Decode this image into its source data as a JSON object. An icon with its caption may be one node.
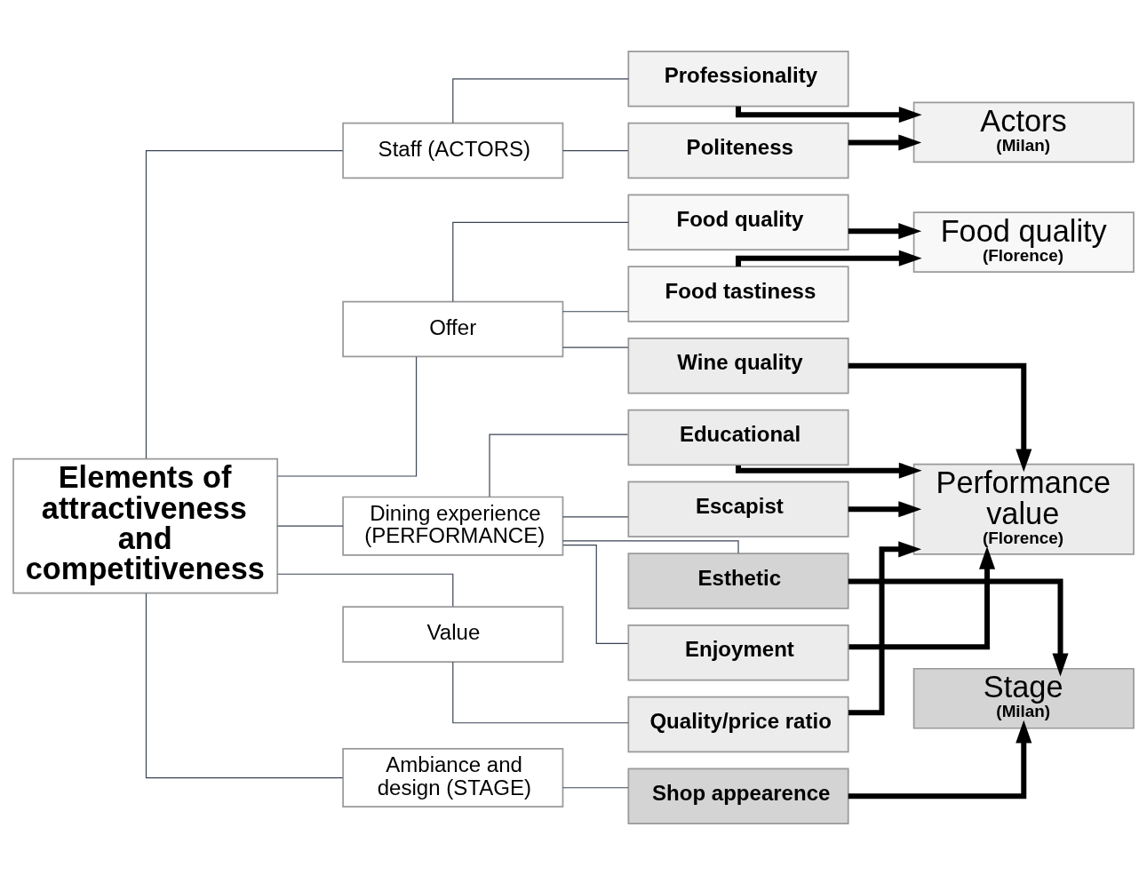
{
  "diagram": {
    "nodes": [
      {
        "text": [
          "Elements of attractiveness and competitiveness"
        ]
      },
      {
        "text": [
          "Staff (ACTORS)"
        ]
      },
      {
        "text": [
          "Offer"
        ]
      },
      {
        "text": [
          "Dining experience (PERFORMANCE)"
        ]
      },
      {
        "text": [
          "Value"
        ]
      },
      {
        "text": [
          "Ambiance and design (STAGE)"
        ]
      },
      {
        "text": [
          "Professionality"
        ]
      },
      {
        "text": [
          "Politeness"
        ]
      },
      {
        "text": [
          "Food quality"
        ]
      },
      {
        "text": [
          "Food tastiness"
        ]
      },
      {
        "text": [
          "Wine quality"
        ]
      },
      {
        "text": [
          "Educational"
        ]
      },
      {
        "text": [
          "Escapist"
        ]
      },
      {
        "text": [
          "Esthetic"
        ]
      },
      {
        "text": [
          "Enjoyment"
        ]
      },
      {
        "text": [
          "Quality/price ratio"
        ]
      },
      {
        "text": [
          "Shop appearence"
        ]
      },
      {
        "text": [
          "Actors",
          "(Milan)"
        ]
      },
      {
        "text": [
          "Food quality",
          "(Florence)"
        ]
      },
      {
        "text": [
          "Performance value",
          "(Florence)"
        ]
      },
      {
        "text": [
          "Stage",
          "(Milan)"
        ]
      }
    ],
    "edges": [
      {
        "from": 0,
        "to": 1,
        "arrow": "none"
      },
      {
        "from": 0,
        "to": 2,
        "arrow": "none"
      },
      {
        "from": 0,
        "to": 3,
        "arrow": "none"
      },
      {
        "from": 0,
        "to": 4,
        "arrow": "none"
      },
      {
        "from": 0,
        "to": 5,
        "arrow": "none"
      },
      {
        "from": 1,
        "to": 6,
        "arrow": "none"
      },
      {
        "from": 1,
        "to": 7,
        "arrow": "none"
      },
      {
        "from": 2,
        "to": 8,
        "arrow": "none"
      },
      {
        "from": 2,
        "to": 9,
        "arrow": "none"
      },
      {
        "from": 2,
        "to": 10,
        "arrow": "none"
      },
      {
        "from": 3,
        "to": 11,
        "arrow": "none"
      },
      {
        "from": 3,
        "to": 12,
        "arrow": "none"
      },
      {
        "from": 3,
        "to": 13,
        "arrow": "none"
      },
      {
        "from": 3,
        "to": 14,
        "arrow": "none"
      },
      {
        "from": 4,
        "to": 15,
        "arrow": "none"
      },
      {
        "from": 5,
        "to": 16,
        "arrow": "none"
      },
      {
        "from": 6,
        "to": 17,
        "arrow": "to",
        "style": "thick",
        "color": "#000000"
      },
      {
        "from": 7,
        "to": 17,
        "arrow": "to",
        "style": "thick",
        "color": "#000000"
      },
      {
        "from": 8,
        "to": 18,
        "arrow": "to",
        "style": "thick",
        "color": "#000000"
      },
      {
        "from": 9,
        "to": 18,
        "arrow": "to",
        "style": "thick",
        "color": "#000000"
      },
      {
        "from": 10,
        "to": 19,
        "arrow": "to",
        "style": "thick",
        "color": "#000000"
      },
      {
        "from": 11,
        "to": 19,
        "arrow": "to",
        "style": "thick",
        "color": "#000000"
      },
      {
        "from": 12,
        "to": 19,
        "arrow": "to",
        "style": "thick",
        "color": "#000000"
      },
      {
        "from": 14,
        "to": 19,
        "arrow": "to",
        "style": "thick",
        "color": "#000000"
      },
      {
        "from": 15,
        "to": 19,
        "arrow": "to",
        "style": "thick",
        "color": "#000000"
      },
      {
        "from": 13,
        "to": 20,
        "arrow": "to",
        "style": "thick",
        "color": "#000000"
      },
      {
        "from": 16,
        "to": 20,
        "arrow": "to",
        "style": "thick",
        "color": "#000000"
      }
    ]
  }
}
